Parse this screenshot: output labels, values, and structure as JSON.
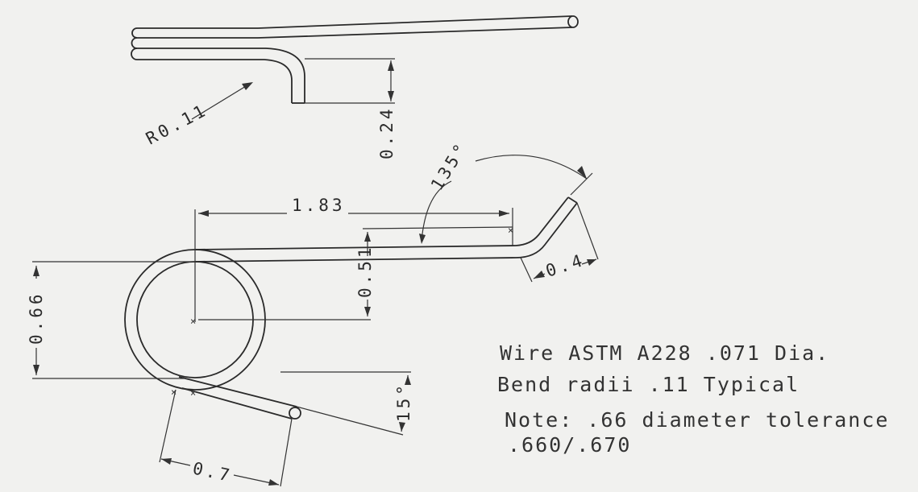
{
  "dimensions": {
    "bend_radius": "R0.11",
    "leg_height": "0.24",
    "angle_bend": "135°",
    "length_main": "1.83",
    "offset_rise": "0.51",
    "end_leg": "0.4",
    "coil_diameter": "0.66",
    "short_leg": "0.7",
    "angle_small": "15°"
  },
  "notes": {
    "line1": "Wire ASTM A228 .071 Dia.",
    "line2": "Bend radii .11 Typical",
    "line3": "Note: .66 diameter tolerance",
    "line4": ".660/.670"
  }
}
